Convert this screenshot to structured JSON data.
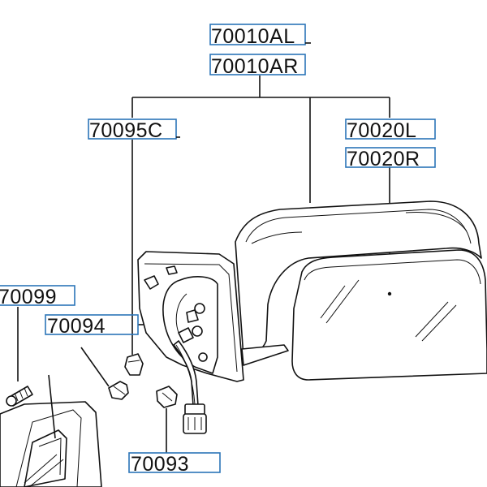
{
  "parts": {
    "mirror_assy_l": "70010AL",
    "mirror_assy_r": "70010AR",
    "housing_cover": "70095C",
    "mirror_glass_l": "70020L",
    "mirror_glass_r": "70020R",
    "clip_left": "70099",
    "grommet": "70094",
    "connector_clip": "70093"
  }
}
